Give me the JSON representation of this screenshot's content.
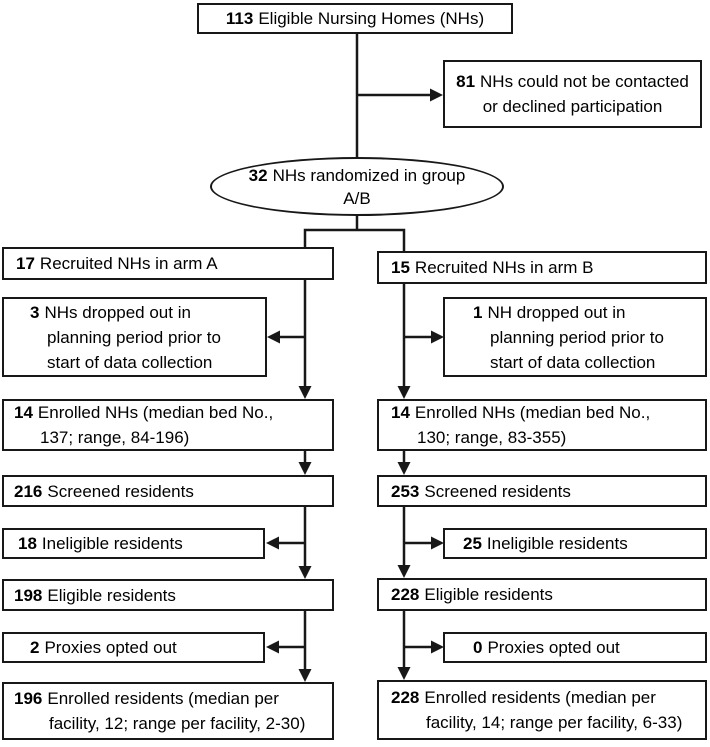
{
  "diagram": {
    "type": "flowchart",
    "description_nodes": {
      "eligible": {
        "number": "113",
        "lines": [
          "Eligible Nursing Homes (NHs)"
        ]
      },
      "not_contacted": {
        "number": "81",
        "lines": [
          "NHs could not be contacted",
          "or declined participation"
        ]
      },
      "randomized": {
        "number": "32",
        "lines": [
          "NHs randomized in group",
          "A/B"
        ]
      },
      "arm_a": {
        "number": "17",
        "lines": [
          "Recruited NHs in arm A"
        ]
      },
      "arm_b": {
        "number": "15",
        "lines": [
          "Recruited NHs in arm B"
        ]
      },
      "dropout_a": {
        "number": "3",
        "lines": [
          "NHs dropped out in",
          "planning period prior to",
          "start of data collection"
        ]
      },
      "dropout_b": {
        "number": "1",
        "lines": [
          "NH dropped out in",
          "planning period prior to",
          "start of data collection"
        ]
      },
      "enrolled_nhs_a": {
        "number": "14",
        "lines": [
          "Enrolled NHs (median bed No.,",
          "137; range, 84-196)"
        ]
      },
      "enrolled_nhs_b": {
        "number": "14",
        "lines": [
          "Enrolled NHs (median bed No.,",
          "130; range, 83-355)"
        ]
      },
      "screened_a": {
        "number": "216",
        "lines": [
          "Screened residents"
        ]
      },
      "screened_b": {
        "number": "253",
        "lines": [
          "Screened residents"
        ]
      },
      "ineligible_a": {
        "number": "18",
        "lines": [
          "Ineligible residents"
        ]
      },
      "ineligible_b": {
        "number": "25",
        "lines": [
          "Ineligible residents"
        ]
      },
      "eligible_res_a": {
        "number": "198",
        "lines": [
          "Eligible residents"
        ]
      },
      "eligible_res_b": {
        "number": "228",
        "lines": [
          "Eligible residents"
        ]
      },
      "proxies_a": {
        "number": "2",
        "lines": [
          "Proxies opted out"
        ]
      },
      "proxies_b": {
        "number": "0",
        "lines": [
          "Proxies opted out"
        ]
      },
      "enrolled_res_a": {
        "number": "196",
        "lines": [
          "Enrolled residents (median per",
          "facility, 12; range per facility, 2-30)"
        ]
      },
      "enrolled_res_b": {
        "number": "228",
        "lines": [
          "Enrolled residents (median per",
          "facility, 14; range per facility, 6-33)"
        ]
      }
    },
    "colors": {
      "line": "#181818",
      "text": "#000000",
      "background": "#ffffff"
    }
  }
}
